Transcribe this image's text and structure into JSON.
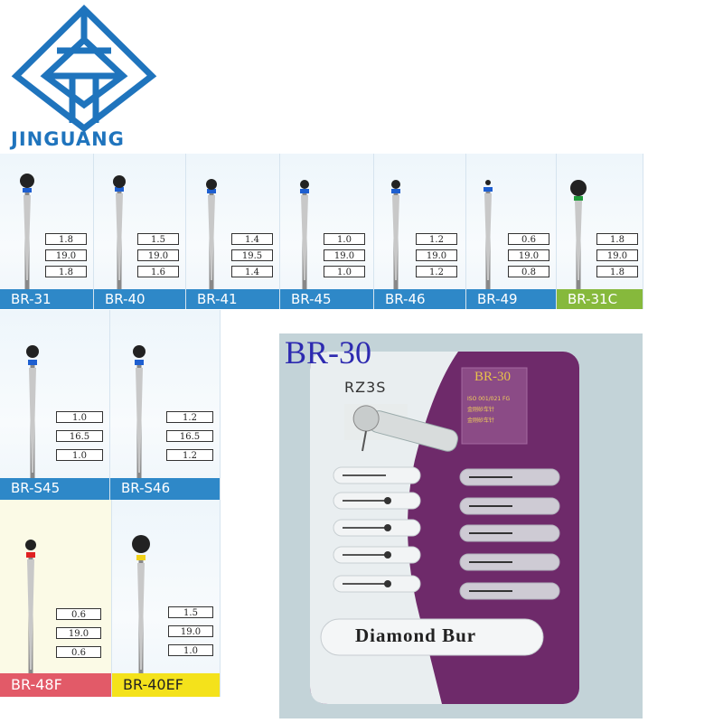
{
  "brand": {
    "name": "JINGUANG"
  },
  "products": [
    {
      "code": "BR-31",
      "specs": [
        "1.8",
        "19.0",
        "1.8"
      ],
      "band_color": "#1e5fd0",
      "label_color": "#2e88c8"
    },
    {
      "code": "BR-40",
      "specs": [
        "1.5",
        "19.0",
        "1.6"
      ],
      "band_color": "#1e5fd0",
      "label_color": "#2e88c8"
    },
    {
      "code": "BR-41",
      "specs": [
        "1.4",
        "19.5",
        "1.4"
      ],
      "band_color": "#1e5fd0",
      "label_color": "#2e88c8"
    },
    {
      "code": "BR-45",
      "specs": [
        "1.0",
        "19.0",
        "1.0"
      ],
      "band_color": "#1e5fd0",
      "label_color": "#2e88c8"
    },
    {
      "code": "BR-46",
      "specs": [
        "1.2",
        "19.0",
        "1.2"
      ],
      "band_color": "#1e5fd0",
      "label_color": "#2e88c8"
    },
    {
      "code": "BR-49",
      "specs": [
        "0.6",
        "19.0",
        "0.8"
      ],
      "band_color": "#1e5fd0",
      "label_color": "#2e88c8"
    },
    {
      "code": "BR-31C",
      "specs": [
        "1.8",
        "19.0",
        "1.8"
      ],
      "band_color": "#1f9a3a",
      "label_color": "#86b93c"
    },
    {
      "code": "BR-S45",
      "specs": [
        "1.0",
        "16.5",
        "1.0"
      ],
      "band_color": "#1e5fd0",
      "label_color": "#2e88c8"
    },
    {
      "code": "BR-S46",
      "specs": [
        "1.2",
        "16.5",
        "1.2"
      ],
      "band_color": "#1e5fd0",
      "label_color": "#2e88c8"
    },
    {
      "code": "BR-48F",
      "specs": [
        "0.6",
        "19.0",
        "0.6"
      ],
      "band_color": "#e02020",
      "label_color": "#e25a68"
    },
    {
      "code": "BR-40EF",
      "specs": [
        "1.5",
        "19.0",
        "1.0"
      ],
      "band_color": "#f1d21a",
      "label_color": "#f4e21b"
    }
  ],
  "package": {
    "title": "BR-30",
    "card_title": "Diamond Bur",
    "brand_mark": "RZ3S",
    "pack_code": "BR-30"
  }
}
